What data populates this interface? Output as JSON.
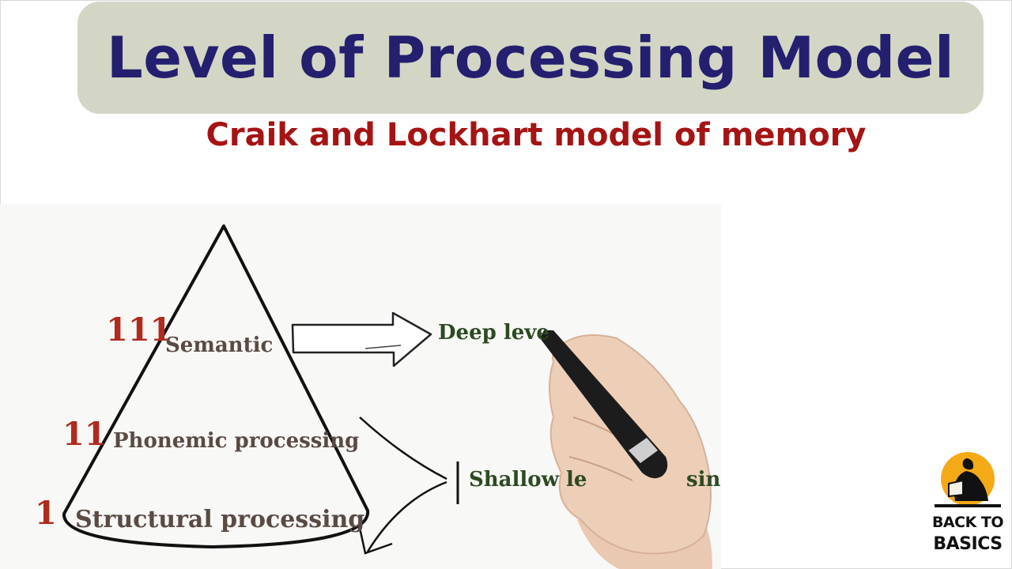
{
  "header": {
    "title": "Level of Processing Model",
    "subtitle": "Craik and Lockhart model of memory"
  },
  "diagram": {
    "levels": [
      {
        "numeral": "111",
        "label": "Semantic"
      },
      {
        "numeral": "11",
        "label": "Phonemic processing"
      },
      {
        "numeral": "1",
        "label": "Structural processing"
      }
    ],
    "outcomes": {
      "deep": "Deep leve",
      "shallow": "Shallow le",
      "shallow_tail": "sin"
    }
  },
  "logo": {
    "line1": "BACK TO",
    "line2": "BASICS"
  },
  "colors": {
    "banner": "#d3d6c5",
    "title": "#241f6e",
    "subtitle": "#a51414",
    "numerals": "#b02a1e",
    "deep_text": "#2d4a22"
  }
}
